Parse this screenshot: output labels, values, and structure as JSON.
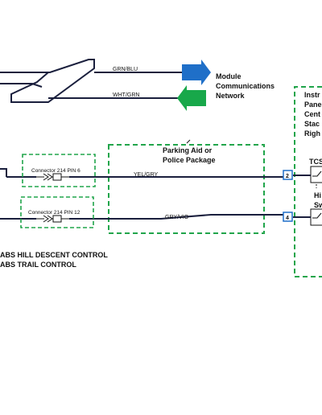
{
  "network": {
    "wire_top_label": "GRN/BLU",
    "wire_bottom_label": "WHT/GRN",
    "label_lines": [
      "Module",
      "Communications",
      "Network"
    ],
    "arrow_out_color": "#1f6fc8",
    "arrow_in_color": "#18a84a"
  },
  "parking": {
    "label_lines": [
      "Parking Aid or",
      "Police Package"
    ]
  },
  "connectors": [
    {
      "label": "Connector 214 PIN 6"
    },
    {
      "label": "Connector 214 PIN 12"
    }
  ],
  "wires": [
    {
      "label": "YEL/GRY",
      "pin": "2"
    },
    {
      "label": "GRY/VIO",
      "pin": "4"
    }
  ],
  "instrument_panel": {
    "label_lines": [
      "Instr",
      "Pane",
      "Cent",
      "Stac",
      "Righ"
    ],
    "switch_top_label": "TCS",
    "switch_bottom_lines": [
      "Hi",
      "Sw"
    ]
  },
  "notes": [
    "ABS HILL DESCENT CONTROL",
    "ABS TRAIL CONTROL"
  ],
  "colors": {
    "wire": "#1a1f3d",
    "dashed_outline": "#21a54b",
    "pin_box": "#1f6fc8"
  }
}
